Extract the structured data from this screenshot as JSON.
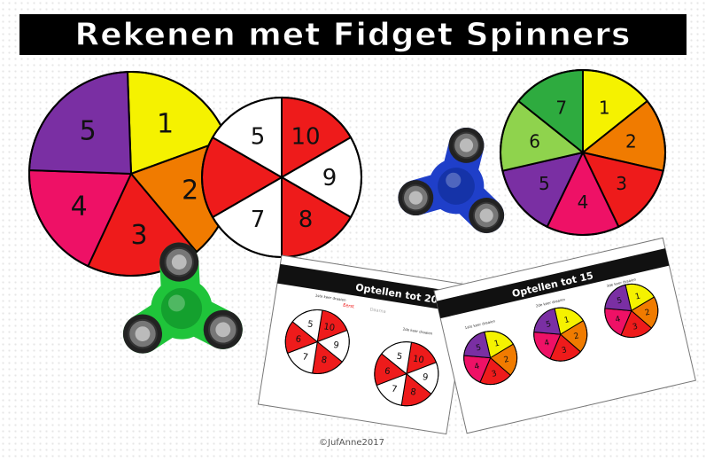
{
  "title": "Rekenen met Fidget Spinners",
  "copyright": "©JufAnne2017",
  "colors": {
    "purple": "#7a2fa3",
    "yellow": "#f5f200",
    "orange": "#f07b00",
    "red": "#ee1b1b",
    "magenta": "#ee1166",
    "white": "#ffffff",
    "green_dark": "#2eab3f",
    "green_light": "#8fd34d",
    "spinner_green": "#1fc43a",
    "spinner_blue": "#1f3fc9"
  },
  "wheel_5": {
    "numbers": [
      "1",
      "2",
      "3",
      "4",
      "5"
    ]
  },
  "wheel_10": {
    "numbers": [
      "10",
      "9",
      "8",
      "7",
      "6",
      "5"
    ]
  },
  "wheel_7": {
    "numbers": [
      "1",
      "2",
      "3",
      "4",
      "5",
      "6",
      "7"
    ]
  },
  "sheet_20": {
    "title": "Optellen tot 20",
    "subtitle_a": "Eerst",
    "subtitle_b": "Daarna",
    "label_1": "1ste keer draaien",
    "label_2": "2de keer draaien"
  },
  "sheet_15": {
    "title": "Optellen tot 15",
    "label_1": "1ste keer draaien",
    "label_2": "2de keer draaien",
    "label_3": "3de keer draaien"
  }
}
